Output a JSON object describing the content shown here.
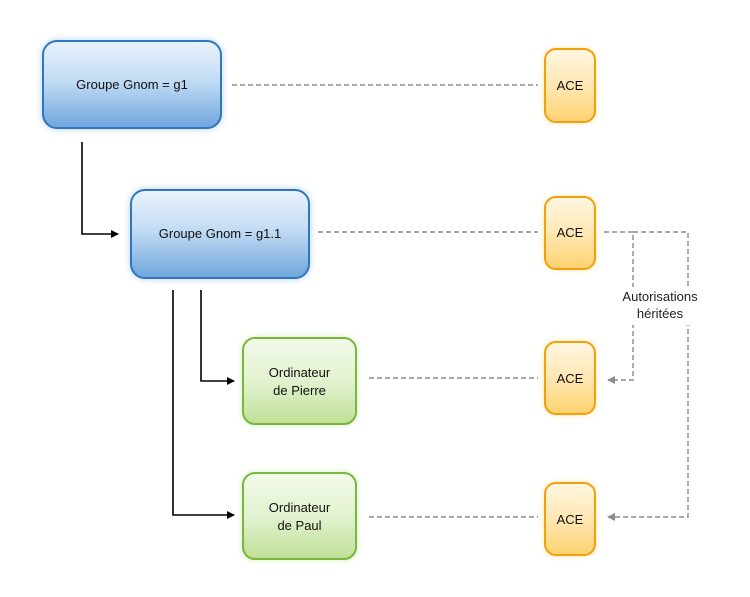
{
  "groups": {
    "g1": {
      "label": "Groupe Gnom = g1"
    },
    "g11": {
      "label": "Groupe Gnom = g1.1"
    }
  },
  "computers": {
    "pierre": {
      "line1": "Ordinateur",
      "line2": "de Pierre"
    },
    "paul": {
      "line1": "Ordinateur",
      "line2": "de Paul"
    }
  },
  "ace_label": "ACE",
  "inherited": {
    "line1": "Autorisations",
    "line2": "héritées"
  },
  "colors": {
    "group_border": "#2f78c0",
    "group_fill_top": "#eaf3fc",
    "group_fill_bottom": "#6ea6dd",
    "computer_border": "#79b83a",
    "computer_fill_top": "#f3faea",
    "computer_fill_bottom": "#bfe096",
    "ace_border": "#f0a10c",
    "ace_fill_top": "#fff6e2",
    "ace_fill_bottom": "#ffd270",
    "dashed_line": "#8c8c8c",
    "solid_line": "#000000"
  }
}
